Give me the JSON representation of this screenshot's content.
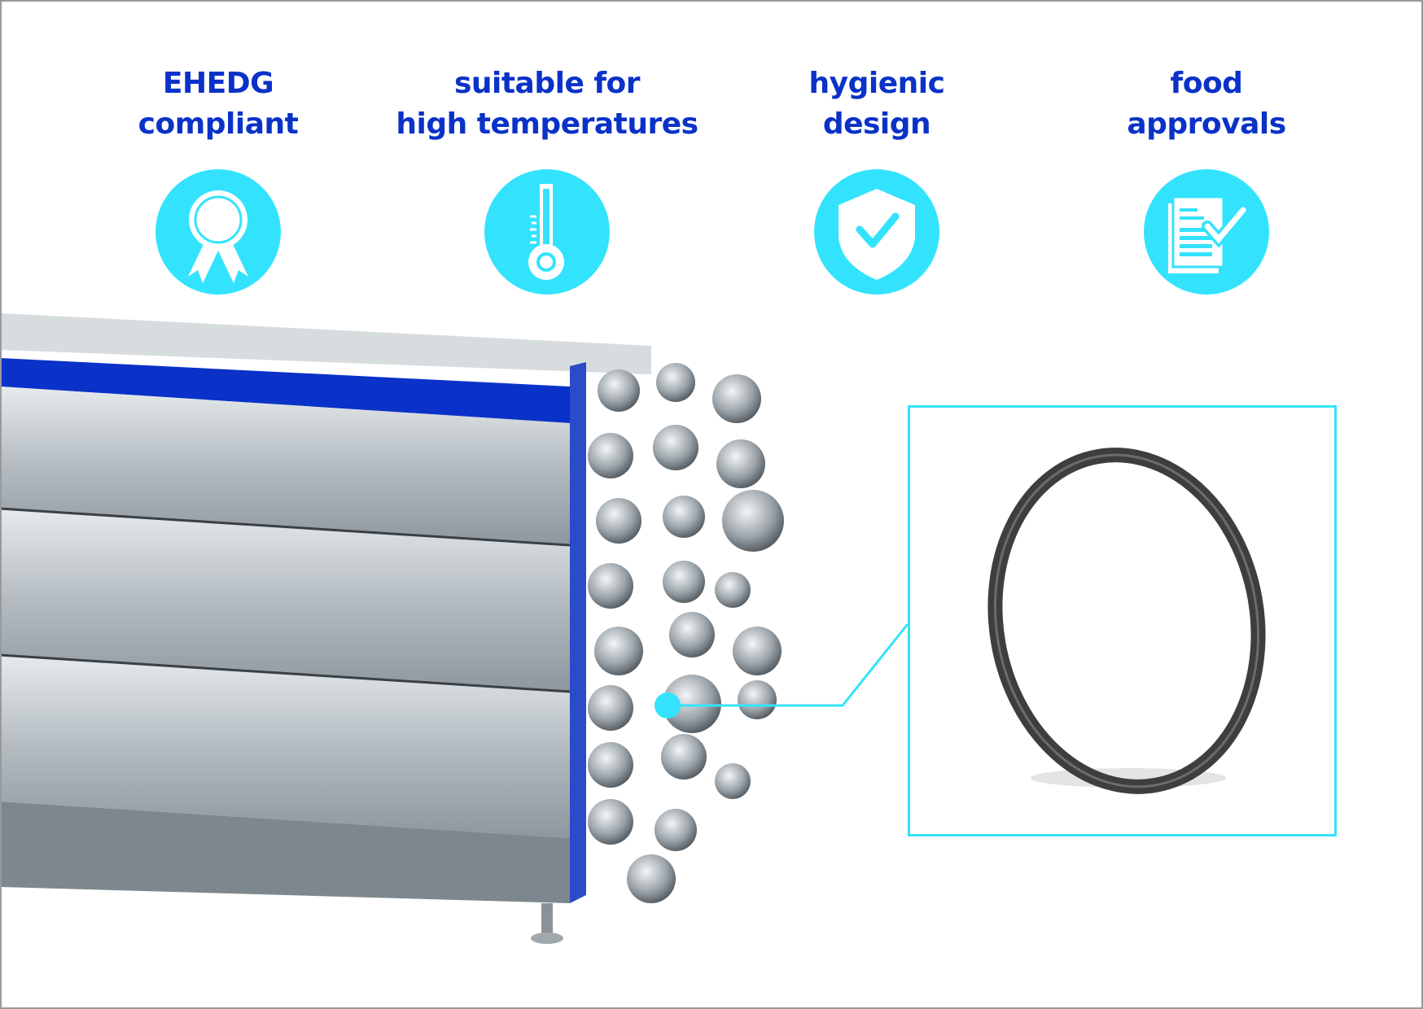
{
  "features": [
    {
      "label_line1": "EHEDG",
      "label_line2": "compliant",
      "icon": "award-rosette-icon"
    },
    {
      "label_line1": "suitable for",
      "label_line2": "high temperatures",
      "icon": "thermometer-icon"
    },
    {
      "label_line1": "hygienic",
      "label_line2": "design",
      "icon": "shield-check-icon"
    },
    {
      "label_line1": "food",
      "label_line2": "approvals",
      "icon": "document-check-icon"
    }
  ],
  "colors": {
    "accent": "#33e3fd",
    "text": "#0a32c8",
    "machine_stripe": "#0a32c8"
  }
}
